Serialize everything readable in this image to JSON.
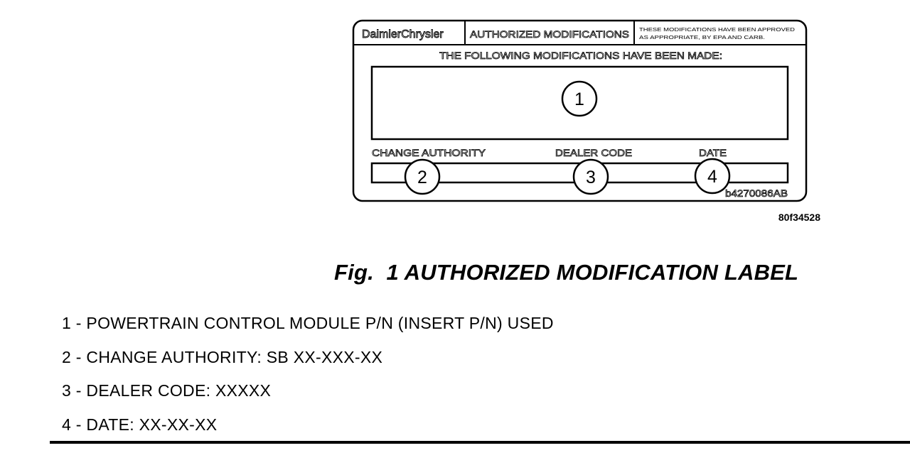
{
  "label": {
    "brand": "DaimlerChrysler",
    "heading": "AUTHORIZED MODIFICATIONS",
    "notice_line1": "THESE MODIFICATIONS HAVE BEEN APPROVED",
    "notice_line2": "AS APPROPRIATE, BY EPA AND CARB.",
    "instruction": "THE FOLLOWING MODIFICATIONS HAVE BEEN MADE:",
    "field_change_authority": "CHANGE AUTHORITY",
    "field_dealer_code": "DEALER CODE",
    "field_date": "DATE",
    "callout_1": "1",
    "callout_2": "2",
    "callout_3": "3",
    "callout_4": "4",
    "drawing_code": "b4270086AB"
  },
  "image_id": "80f34528",
  "figure": {
    "caption": "Fig.  1 AUTHORIZED MODIFICATION LABEL"
  },
  "legend": [
    "1 - POWERTRAIN CONTROL MODULE P/N (INSERT P/N) USED",
    "2 - CHANGE AUTHORITY: SB XX-XXX-XX",
    "3 - DEALER CODE: XXXXX",
    "4 - DATE: XX-XX-XX"
  ]
}
